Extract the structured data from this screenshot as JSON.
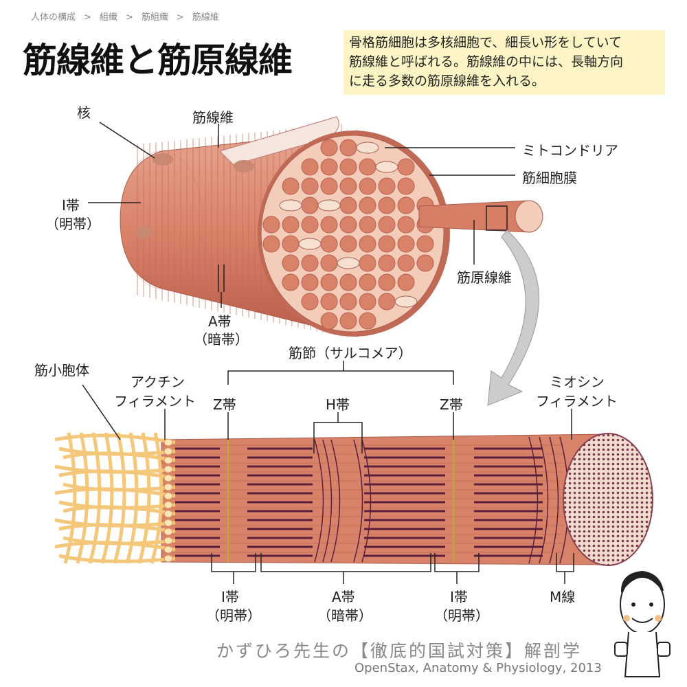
{
  "breadcrumb": [
    "人体の構成",
    "組織",
    "筋組織",
    "筋線維"
  ],
  "breadcrumb_sep": ">",
  "title": "筋線維と筋原線維",
  "info": [
    "骨格筋細胞は多核細胞で、細長い形をしていて",
    "筋線維と呼ばれる。筋線維の中には、長軸方向",
    "に走る多数の筋原線維を入れる。"
  ],
  "top_labels": {
    "nucleus": "核",
    "muscle_fiber": "筋線維",
    "mitochondria": "ミトコンドリア",
    "sarcolemma": "筋細胞膜",
    "i_band": "I帯",
    "i_band_alt": "（明帯）",
    "myofibril": "筋原線維",
    "a_band": "A帯",
    "a_band_alt": "（暗帯）"
  },
  "bottom_labels": {
    "sarcomere": "筋節（サルコメア）",
    "sr": "筋小胞体",
    "actin1": "アクチン",
    "actin2": "フィラメント",
    "z_left": "Z帯",
    "h_band": "H帯",
    "z_right": "Z帯",
    "myosin1": "ミオシン",
    "myosin2": "フィラメント",
    "i_band_l": "I帯",
    "i_band_l_alt": "（明帯）",
    "a_band": "A帯",
    "a_band_alt": "（暗帯）",
    "i_band_r": "I帯",
    "i_band_r_alt": "（明帯）",
    "m_line": "M線"
  },
  "footer": {
    "series": "かずひろ先生の【徹底的国試対策】解剖学",
    "credit": "OpenStax, Anatomy & Physiology, 2013"
  },
  "colors": {
    "muscle": "#de9178",
    "muscle_dark": "#c46a55",
    "cross": "#f3cdb9",
    "fibril": "#d9826a",
    "sr": "#f4c77a",
    "info_bg": "#fcf4c4",
    "band": "#5a1f3a"
  }
}
